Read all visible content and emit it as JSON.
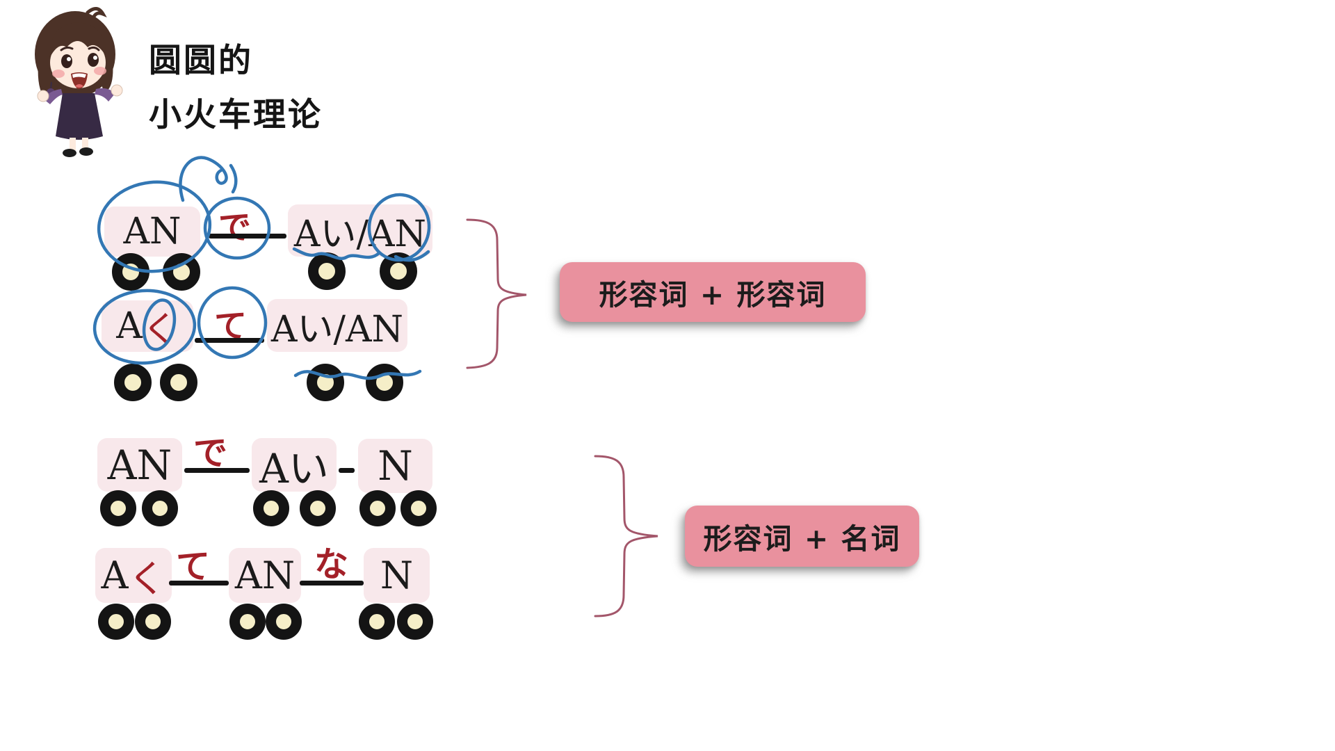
{
  "header": {
    "title_line1": "圆圆的",
    "title_line2": "小火车理论"
  },
  "labels": {
    "adj_adj": "形容词 + 形容词",
    "adj_noun": "形容词 + 名词"
  },
  "trains": {
    "t1": {
      "car1": "AN",
      "conn": "で",
      "car2": "Aい/AN"
    },
    "t2": {
      "car1_a": "A",
      "car1_ku": "く",
      "conn": "て",
      "car2": "Aい/AN"
    },
    "t3": {
      "car1": "AN",
      "conn1": "で",
      "car2": "Aい",
      "car3": "N"
    },
    "t4": {
      "car1_a": "A",
      "car1_ku": "く",
      "conn1": "て",
      "car2": "AN",
      "conn2": "な",
      "car3": "N"
    }
  },
  "colors": {
    "car_pink": "#f8e8eb",
    "wheel_hub_cream": "#f5eec8",
    "wheel_ring_black": "#141414",
    "handwriting_red": "#a32028",
    "annotation_blue": "#3377b4",
    "brace_maroon": "#a3566a",
    "tag_pink": "#e9919e",
    "text_black": "#1b1b1b"
  }
}
